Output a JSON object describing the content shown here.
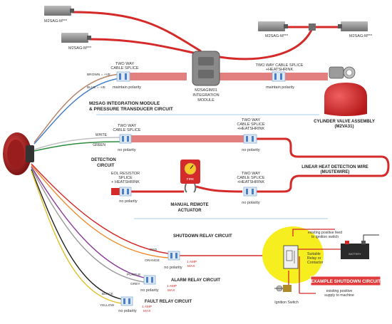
{
  "colors": {
    "red": "#d42a2a",
    "pink": "#e28080",
    "highlight": "#f6ee1e",
    "example_box": "#e23b3b",
    "divider": "#b9d8ee",
    "module_gray": "#8a8a8a",
    "sensor_gray": "#9b9b9b"
  },
  "sensors": {
    "top_left_1": "M2SAG-M***",
    "top_left_2": "M2SAG-M***",
    "top_right_1": "M2SAG-M***",
    "top_right_2": "M2SAG-M***"
  },
  "module": {
    "name_line1": "M2SAGIM01",
    "name_line2": "INTEGRATION",
    "name_line3": "MODULE"
  },
  "section1": {
    "splice_line1": "TWO WAY",
    "splice_line2": "CABLE SPLICE",
    "brown_label": "BROWN = +VE",
    "blue_label": "BLUE = -VE",
    "polarity_left": "maintain polarity",
    "heat_line1": "TWO WAY CABLE SPLICE",
    "heat_line2": "+HEATSHRINK",
    "polarity_right": "maintain polarity",
    "title_line1": "M2SAG INTEGRATION MODULE",
    "title_line2": "& PRESSURE TRANSDUCER CIRCUIT",
    "cylinder_line1": "CYLINDER VALVE ASSEMBLY",
    "cylinder_line2": "(M2VA31)"
  },
  "detection": {
    "white": "WHITE",
    "green": "GREEN",
    "splice1_line1": "TWO WAY",
    "splice1_line2": "CABLE SPLICE",
    "no_polarity_1": "no polarity",
    "splice2_line1": "TWO WAY",
    "splice2_line2": "CABLE SPLICE",
    "splice2_line3": "+HEATSHRINK",
    "no_polarity_2": "no polarity",
    "title_line1": "DETECTION",
    "title_line2": "CIRCUIT",
    "wire_line1": "LINEAR HEAT DETECTION WIRE",
    "wire_line2": "(MUSTEWIRE)",
    "eol_line1": "EOL RESISTOR",
    "eol_line2": "SPLICE",
    "eol_line3": "+ HEATSHRINK",
    "no_polarity_3": "no polarity",
    "fire": "FIRE",
    "manual_line1": "MANUAL REMOTE",
    "manual_line2": "ACTUATOR",
    "splice3_line1": "TWO WAY",
    "splice3_line2": "CABLE SPLICE",
    "splice3_line3": "+HEATSHRINK",
    "no_polarity_4": "no polarity"
  },
  "relay": {
    "shutdown_title": "SHUTDOWN RELAY CIRCUIT",
    "red": "RED",
    "orange": "ORANGE",
    "no_polarity_1": "no polarity",
    "amp_line1": "1 AMP",
    "amp_line2": "MAX",
    "purple": "PURPLE",
    "grey": "GREY",
    "alarm_title": "ALARM RELAY CIRCUIT",
    "no_polarity_2": "no polarity",
    "amp2_line1": "1 AMP",
    "amp2_line2": "MAX",
    "black": "BLACK",
    "yellow": "YELLOW",
    "fault_title": "FAULT RELAY CIRCUIT",
    "no_polarity_3": "no polarity",
    "amp3_line1": "1 AMP",
    "amp3_line2": "MAX"
  },
  "example": {
    "feed_line1": "existing positive feed",
    "feed_line2": "to ignition switch",
    "relay_line1": "Suitable",
    "relay_line2": "Relay or",
    "relay_line3": "Contactor",
    "title": "EXAMPLE SHUTDOWN CIRCUIT",
    "supply_line1": "existing positive",
    "supply_line2": "supply to machine",
    "ignition": "Ignition Switch",
    "battery": "BATTERY"
  }
}
